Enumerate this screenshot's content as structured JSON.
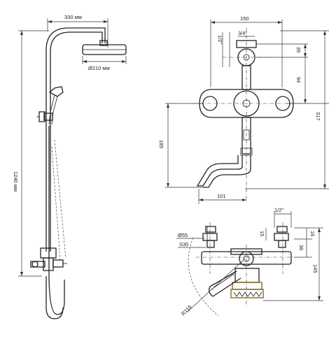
{
  "shower_dims": {
    "top_width": "330 мм",
    "head_diameter": "Ø210 мм",
    "height": "1240 мм"
  },
  "front_view_dims": {
    "width_150": "150",
    "half_inch": "1/2\"",
    "three_quarter": "3/4\"",
    "d39": "39",
    "d94": "94",
    "d317": "317",
    "d185": "185",
    "d101": "101"
  },
  "top_view_dims": {
    "half_inch": "1/2\"",
    "d55": "Ø55",
    "s30": "S30",
    "d15": "15",
    "d16": "16",
    "d36": "36",
    "d145": "145",
    "r116": "R116"
  },
  "colors": {
    "line": "#222222",
    "accent": "#8a6a1f"
  }
}
